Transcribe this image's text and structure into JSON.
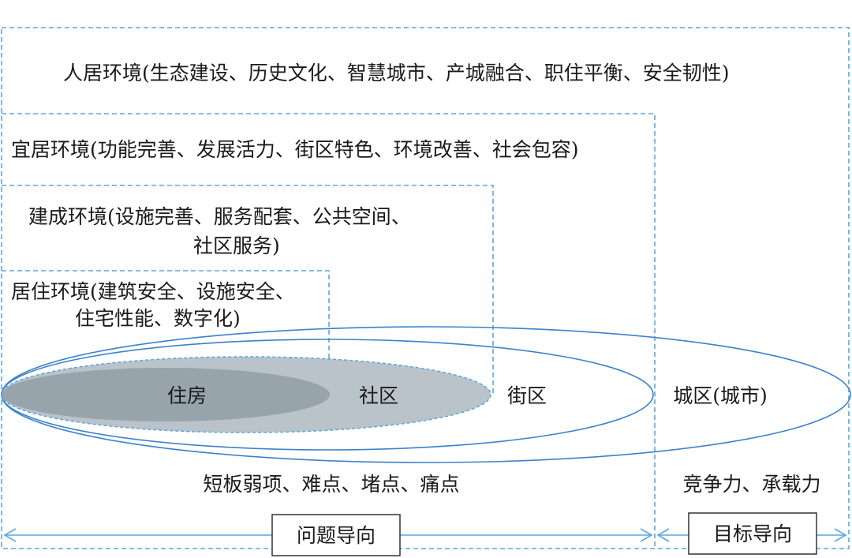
{
  "environments": {
    "renju": "人居环境(生态建设、历史文化、智慧城市、产城融合、职住平衡、安全韧性)",
    "yiju": "宜居环境(功能完善、发展活力、街区特色、环境改善、社会包容)",
    "jiancheng_line1": "建成环境(设施完善、服务配套、公共空间、",
    "jiancheng_line2": "社区服务)",
    "juzhu_line1": "居住环境(建筑安全、设施安全、",
    "juzhu_line2": "住宅性能、数字化)"
  },
  "scales": {
    "zhufang": "住房",
    "shequ": "社区",
    "jiequ": "街区",
    "chengqu": "城区(城市)"
  },
  "bottom": {
    "problems": "短板弱项、难点、堵点、痛点",
    "targets": "竞争力、承载力",
    "problem_oriented": "问题导向",
    "goal_oriented": "目标导向"
  },
  "colors": {
    "dashed_border": "#5aa6de",
    "ellipse_stroke": "#3b82c8",
    "community_fill": "#b9c3c9",
    "housing_fill": "#97a4ac"
  }
}
